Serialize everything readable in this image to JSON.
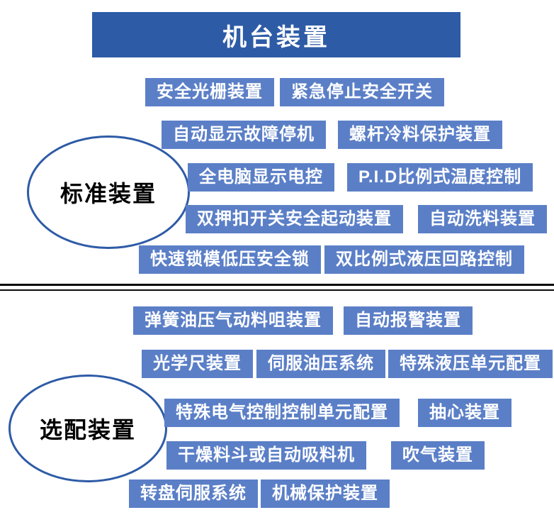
{
  "title": "机台装置",
  "colors": {
    "banner_blue": "#2e5ba6",
    "tag_blue": "#5b7fc7",
    "ellipse_border_blue": "#2e5ba6",
    "divider_black": "#0a0a0a",
    "tag_text": "#ffffff",
    "ellipse_text": "#000000"
  },
  "standard": {
    "label": "标准装置",
    "items": [
      "安全光栅装置",
      "紧急停止安全开关",
      "自动显示故障停机",
      "螺杆冷料保护装置",
      "全电脑显示电控",
      "P.I.D比例式温度控制",
      "双押扣开关安全起动装置",
      "自动洗料装置",
      "快速锁模低压安全锁",
      "双比例式液压回路控制"
    ]
  },
  "optional": {
    "label": "选配装置",
    "items": [
      "弹簧油压气动料咀装置",
      "自动报警装置",
      "光学尺装置",
      "伺服油压系统",
      "特殊液压单元配置",
      "特殊电气控制控制单元配置",
      "抽心装置",
      "干燥料斗或自动吸料机",
      "吹气装置",
      "转盘伺服系统",
      "机械保护装置"
    ]
  }
}
